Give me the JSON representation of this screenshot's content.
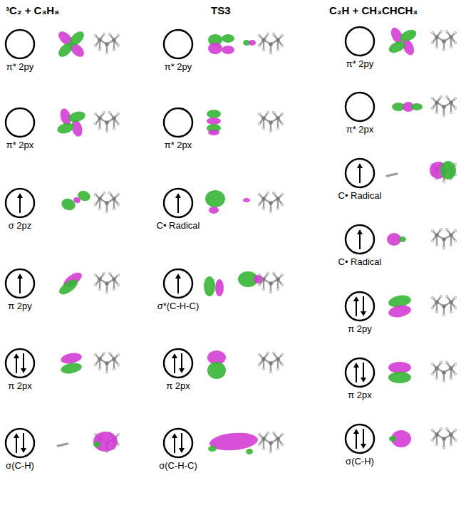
{
  "diagram": {
    "nodes": [
      {
        "text": [
          "π* 2py"
        ]
      },
      {
        "text": [
          "π* 2px"
        ]
      },
      {
        "text": [
          "σ 2pz"
        ]
      },
      {
        "text": [
          "π 2py"
        ]
      },
      {
        "text": [
          "π 2px"
        ]
      },
      {
        "text": [
          "σ(C-H)"
        ]
      },
      {
        "text": [
          "π* 2py"
        ]
      },
      {
        "text": [
          "π* 2px"
        ]
      },
      {
        "text": [
          "C• Radical"
        ]
      },
      {
        "text": [
          "σ*(C-H-C)"
        ]
      },
      {
        "text": [
          "π 2px"
        ]
      },
      {
        "text": [
          "σ(C-H-C)"
        ]
      },
      {
        "text": [
          "π* 2py"
        ]
      },
      {
        "text": [
          "π* 2px"
        ]
      },
      {
        "text": [
          "C• Radical"
        ]
      },
      {
        "text": [
          "C• Radical"
        ]
      },
      {
        "text": [
          "π 2py"
        ]
      },
      {
        "text": [
          "π 2px"
        ]
      },
      {
        "text": [
          "σ(C-H)"
        ]
      }
    ],
    "labels": [
      "³C₂ + C₃H₈",
      "TS3",
      "C₂H + CH₃CHCH₃"
    ]
  }
}
